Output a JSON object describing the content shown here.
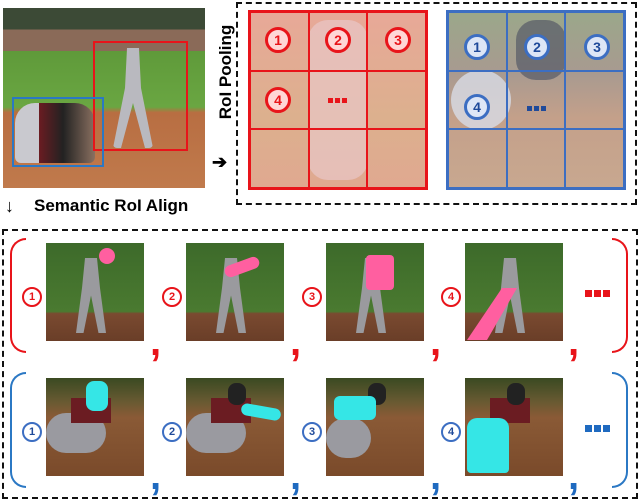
{
  "labels": {
    "roi_pooling": "RoI Pooling",
    "semantic_roi_align": "Semantic RoI Align",
    "ellipsis": "..."
  },
  "colors": {
    "red": "#e8141a",
    "blue": "#3c6ec2",
    "mask_pink": "#ff5fa0",
    "mask_cyan": "#35e6e6"
  },
  "source_image": {
    "boxes": [
      {
        "name": "batter-box",
        "color": "red"
      },
      {
        "name": "catcher-box",
        "color": "blue"
      }
    ]
  },
  "roi_pooling": {
    "red_grid": {
      "cells": [
        "1",
        "2",
        "3",
        "4",
        "..."
      ]
    },
    "blue_grid": {
      "cells": [
        "1",
        "2",
        "3",
        "4",
        "..."
      ]
    }
  },
  "semantic_align": {
    "red_row": [
      {
        "index": "1",
        "part": "head"
      },
      {
        "index": "2",
        "part": "arm"
      },
      {
        "index": "3",
        "part": "torso"
      },
      {
        "index": "4",
        "part": "leg"
      }
    ],
    "blue_row": [
      {
        "index": "1",
        "part": "head"
      },
      {
        "index": "2",
        "part": "arm"
      },
      {
        "index": "3",
        "part": "torso"
      },
      {
        "index": "4",
        "part": "leg"
      }
    ],
    "separator": ","
  }
}
